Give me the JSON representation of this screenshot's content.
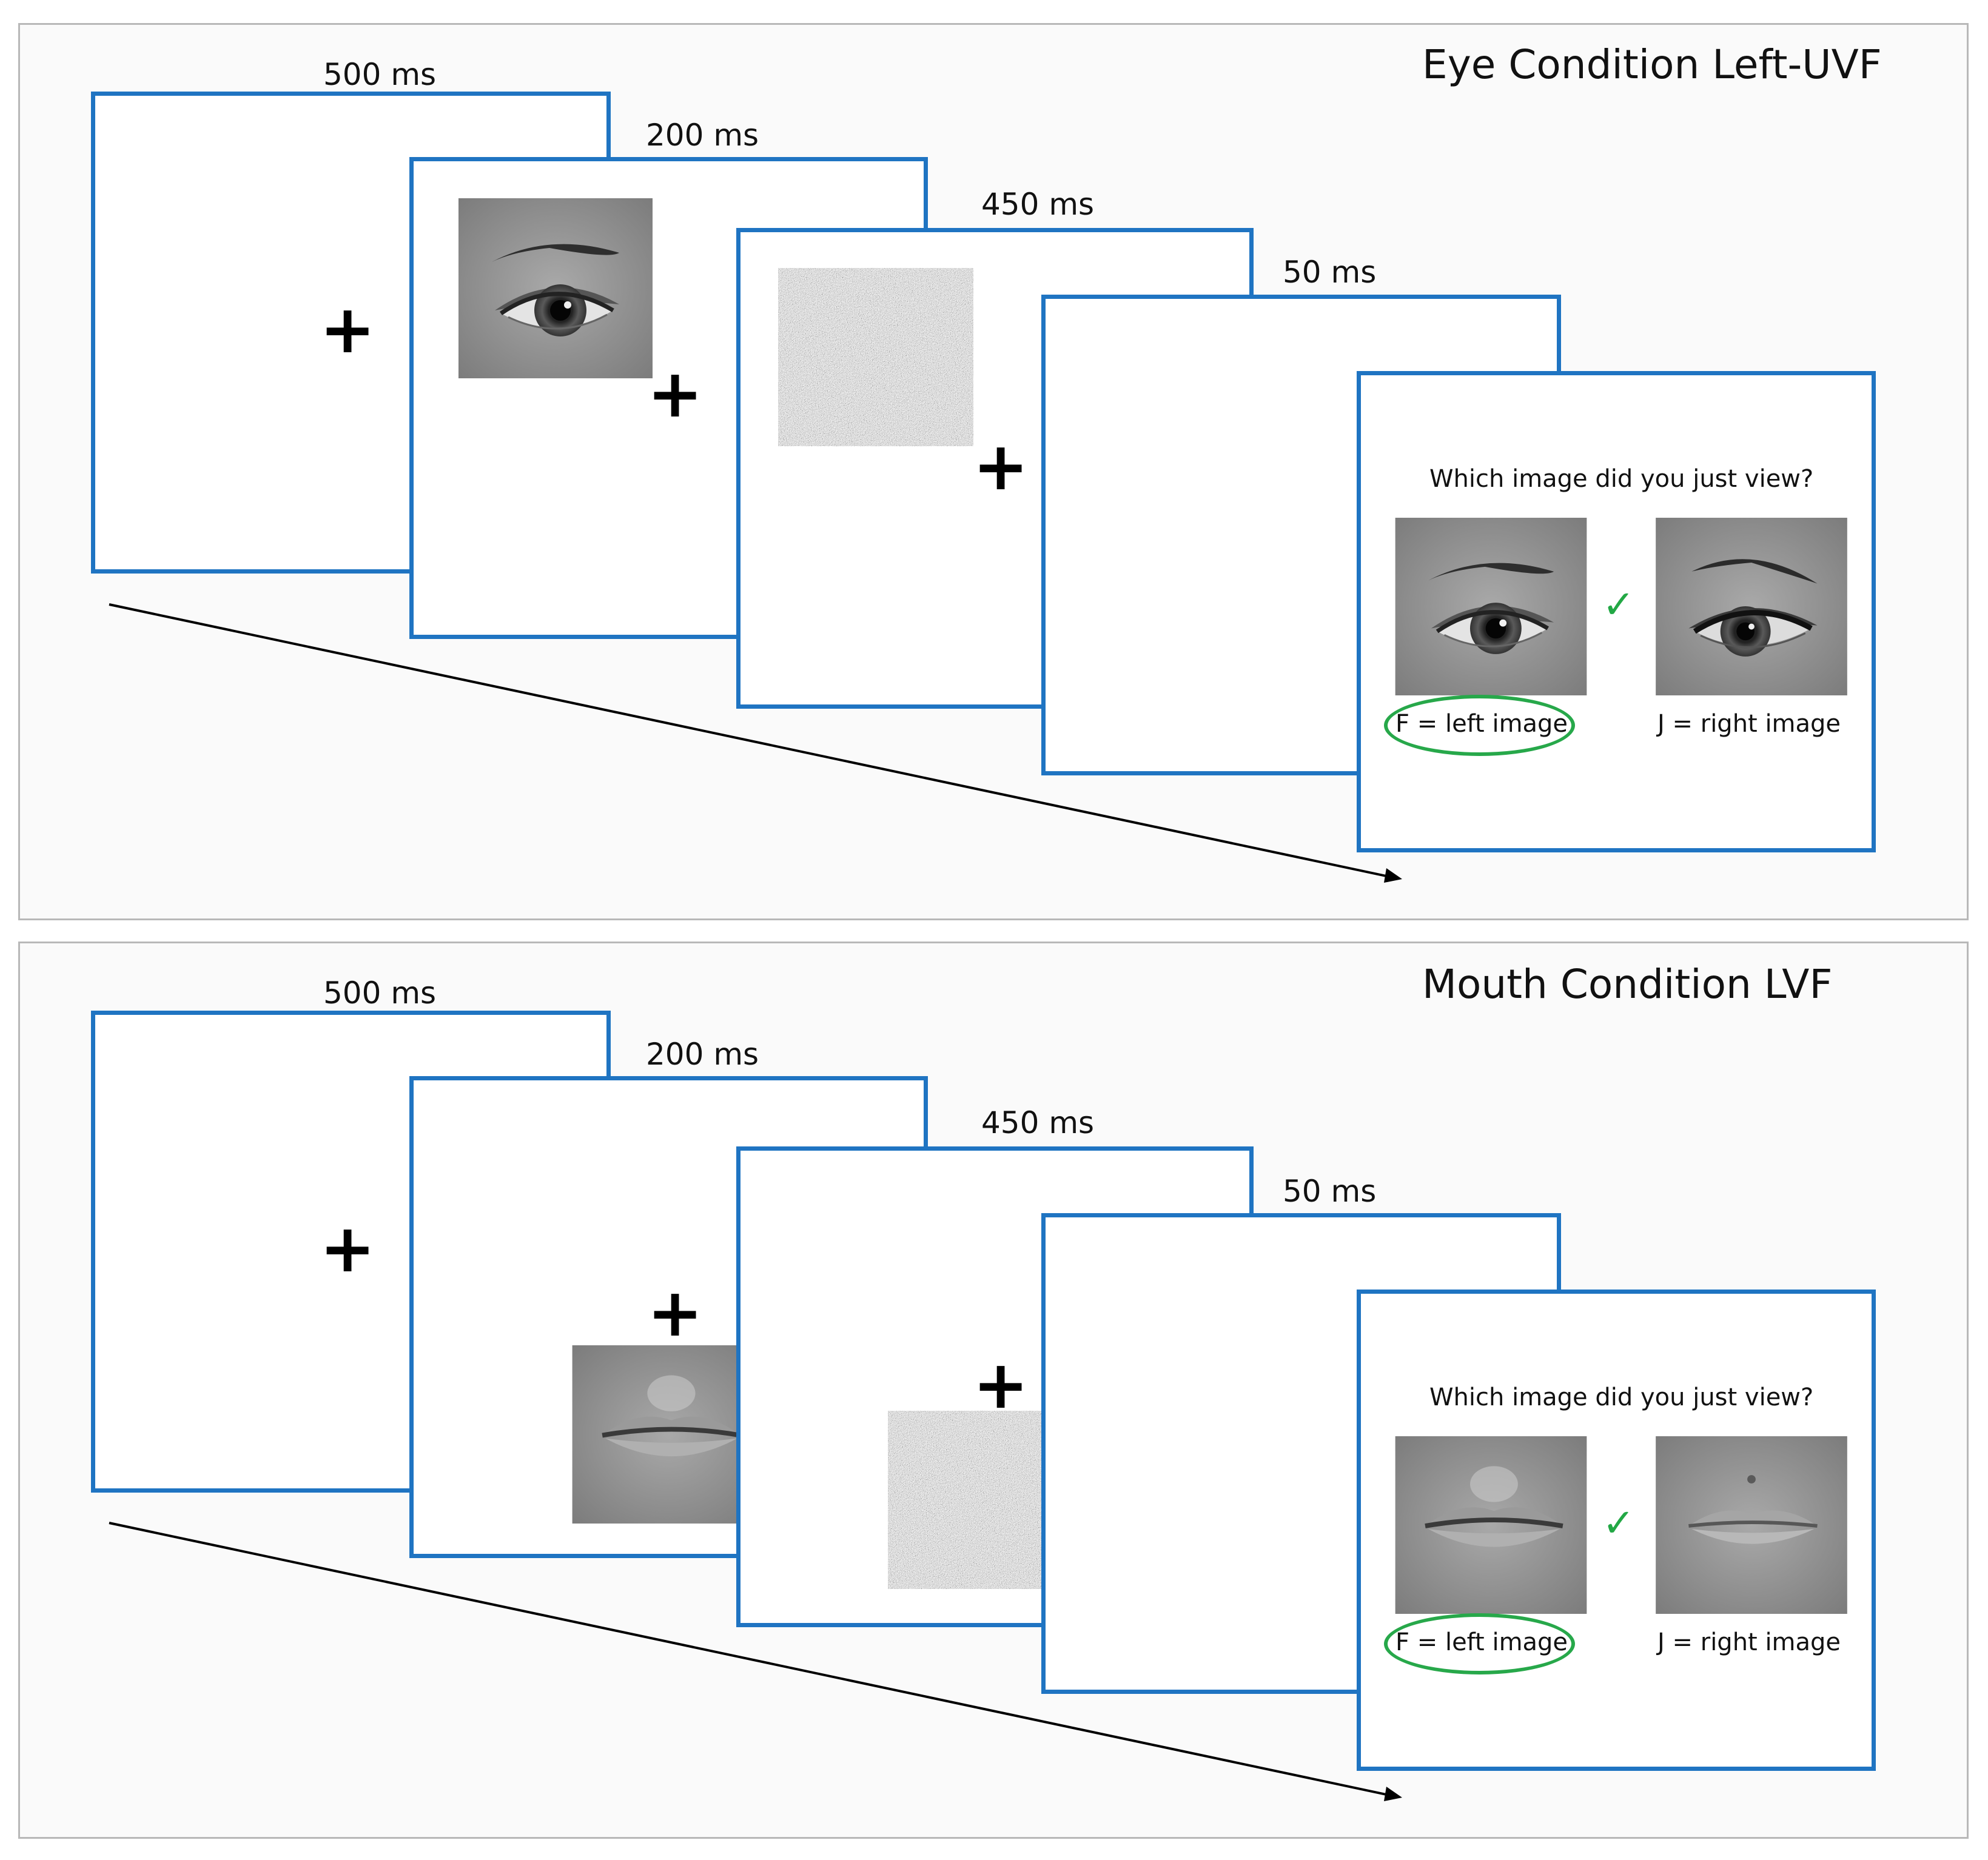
{
  "panels": [
    {
      "title": "Eye Condition Left-UVF",
      "durations": [
        "500 ms",
        "200 ms",
        "450 ms",
        "50 ms"
      ],
      "fixation": "+",
      "stimulus": "eye",
      "question": "Which image did you just view?",
      "left_key": "F = left image",
      "right_key": "J = right image",
      "correct_mark": "✓"
    },
    {
      "title": "Mouth Condition LVF",
      "durations": [
        "500 ms",
        "200 ms",
        "450 ms",
        "50 ms"
      ],
      "fixation": "+",
      "stimulus": "mouth",
      "question": "Which image did you just view?",
      "left_key": "F = left image",
      "right_key": "J = right image",
      "correct_mark": "✓"
    }
  ],
  "colors": {
    "frame_border": "#1f74c2",
    "highlight_oval": "#27a84a",
    "check": "#22a845"
  }
}
